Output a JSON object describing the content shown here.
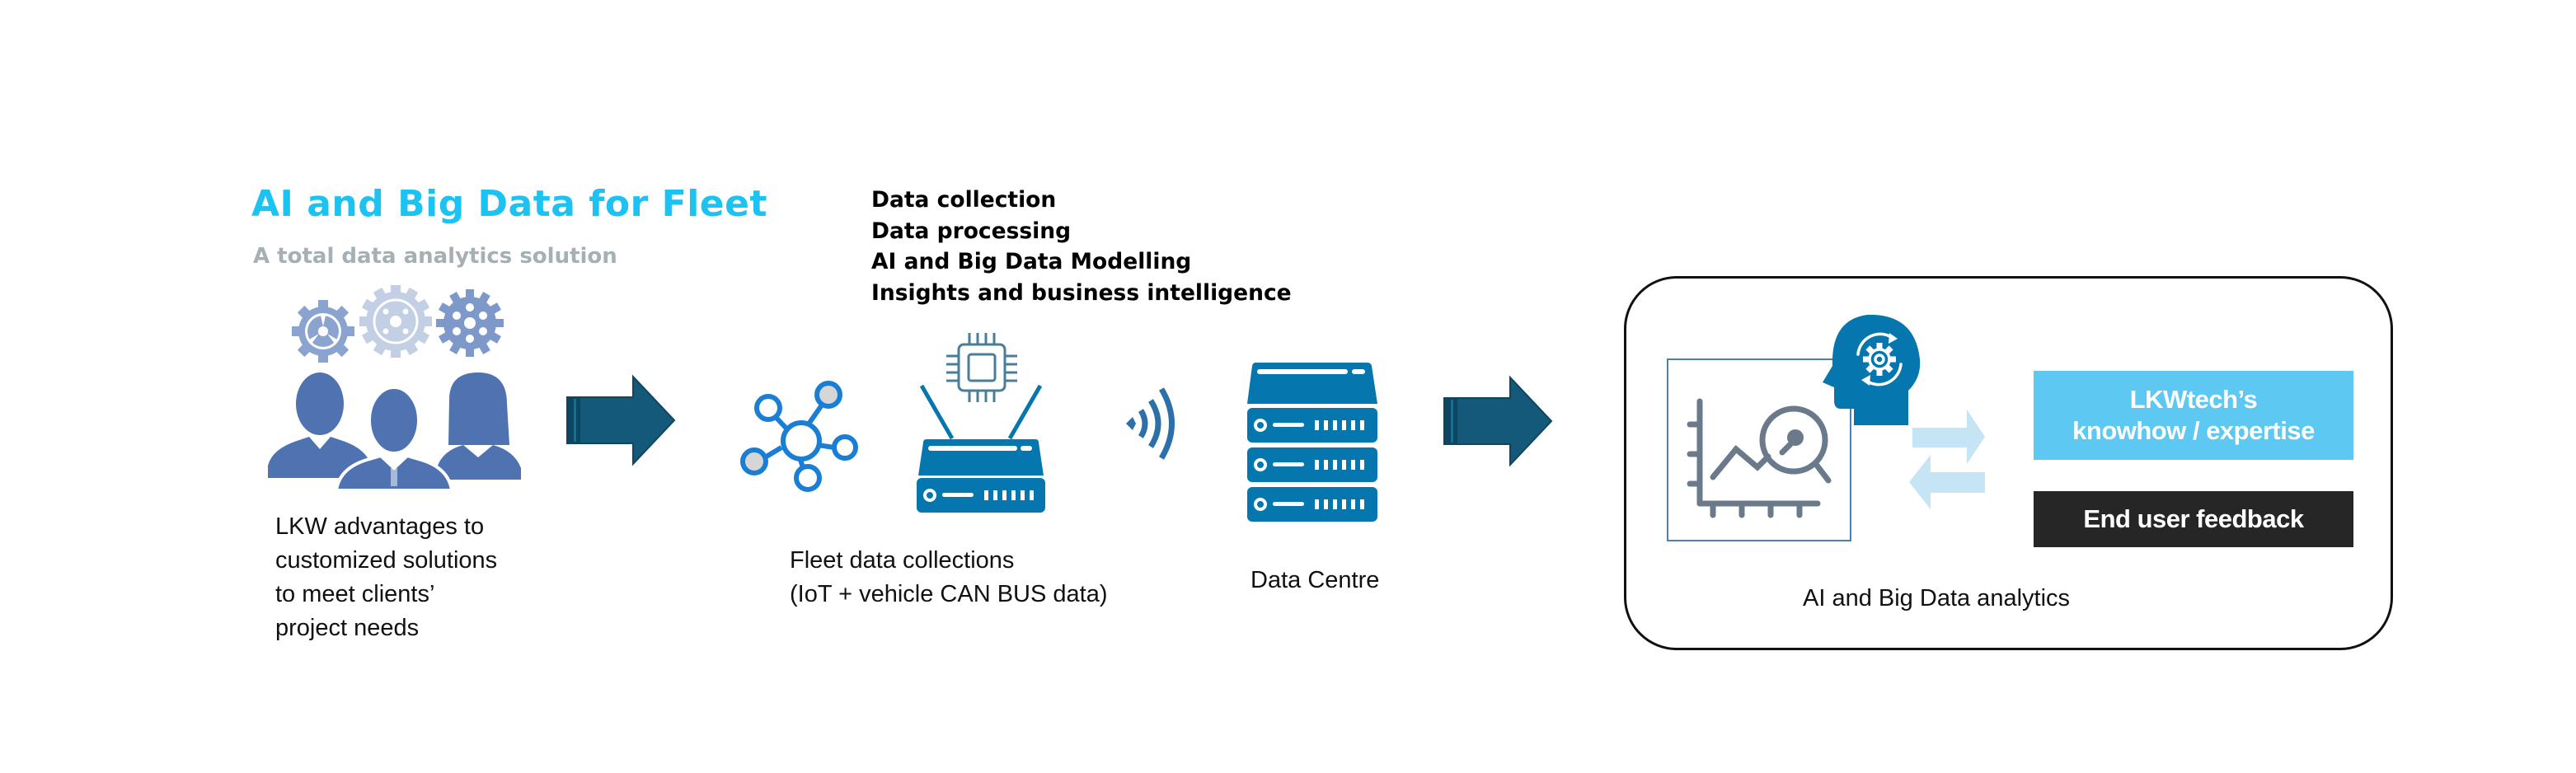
{
  "header": {
    "title": "AI and Big Data for Fleet",
    "subtitle": "A total data analytics solution"
  },
  "process_steps": [
    "Data collection",
    "Data processing",
    "AI and Big Data Modelling",
    "Insights and business intelligence"
  ],
  "stages": {
    "people": {
      "icon": "team-with-gears-icon",
      "caption_lines": [
        "LKW advantages to",
        "customized solutions",
        "to meet clients’",
        "project needs"
      ]
    },
    "fleet": {
      "icons": [
        "network-nodes-icon",
        "chip-icon",
        "router-icon"
      ],
      "caption_lines": [
        "Fleet data collections",
        "(IoT + vehicle CAN BUS data)"
      ]
    },
    "data_centre": {
      "icons": [
        "wireless-signal-icon",
        "server-rack-icon"
      ],
      "caption": "Data Centre"
    },
    "analytics": {
      "icons": [
        "chart-magnifier-icon",
        "ai-head-gear-icon",
        "exchange-arrows-icon"
      ],
      "knowhow_lines": [
        "LKWtech’s",
        "knowhow / expertise"
      ],
      "feedback_label": "End user feedback",
      "caption": "AI and Big Data analytics"
    }
  },
  "colors": {
    "title": "#1cc3f2",
    "subtitle": "#a5b0b4",
    "flow_arrow": "#14597a",
    "people": "#4f73b0",
    "device_blue": "#0677ae",
    "node_blue": "#1a7fd4",
    "chart_gray": "#6a7a8a",
    "knowhow_bg": "#5dc8f2",
    "feedback_bg": "#262626",
    "light_arrow": "#c5e5f5"
  }
}
